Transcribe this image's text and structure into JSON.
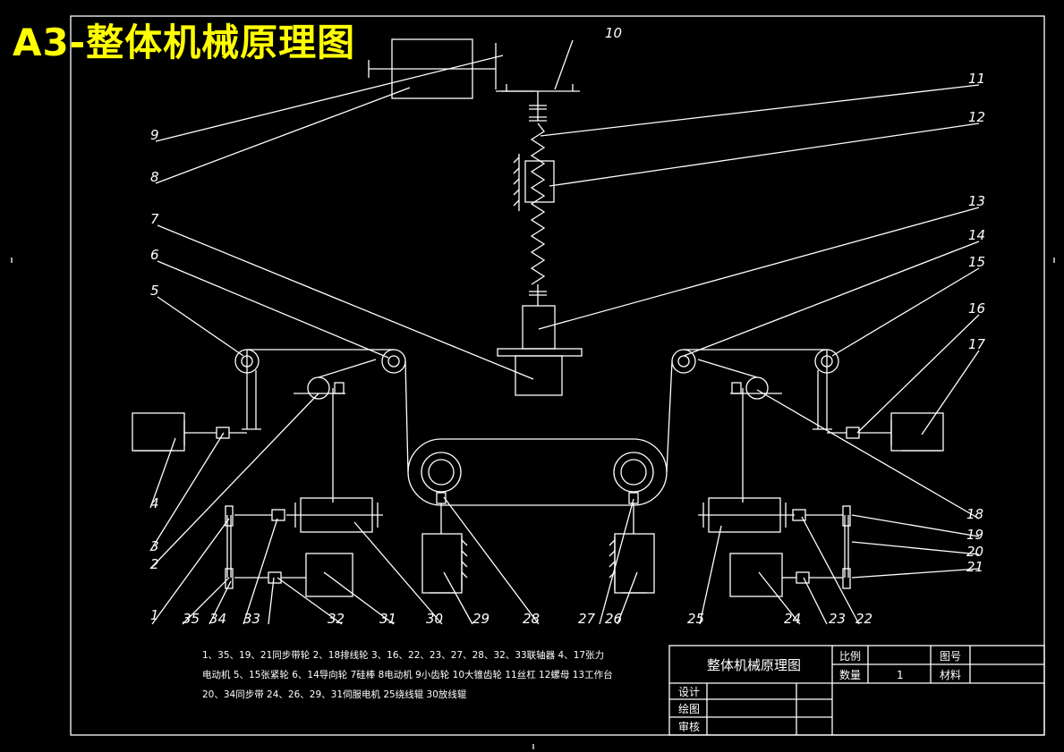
{
  "title": "A3-整体机械原理图",
  "labels": [
    "1",
    "2",
    "3",
    "4",
    "5",
    "6",
    "7",
    "8",
    "9",
    "10",
    "11",
    "12",
    "13",
    "14",
    "15",
    "16",
    "17",
    "18",
    "19",
    "20",
    "21",
    "22",
    "23",
    "24",
    "25",
    "26",
    "27",
    "28",
    "29",
    "30",
    "31",
    "32",
    "33",
    "34",
    "35"
  ],
  "notes": [
    "1、35、19、21同步带轮 2、18排线轮 3、16、22、23、27、28、32、33联轴器 4、17张力",
    "电动机 5、15张紧轮 6、14导向轮 7硅棒 8电动机 9小齿轮 10大锥齿轮 11丝杠 12螺母 13工作台",
    "20、34同步带 24、26、29、31伺服电机 25绕线辊 30放线辊"
  ],
  "title_block": {
    "name": "整体机械原理图",
    "scale_label": "比例",
    "drawing_no_label": "图号",
    "quantity_label": "数量",
    "quantity_value": "1",
    "material_label": "材料",
    "design_label": "设计",
    "draw_label": "绘图",
    "review_label": "审核"
  }
}
